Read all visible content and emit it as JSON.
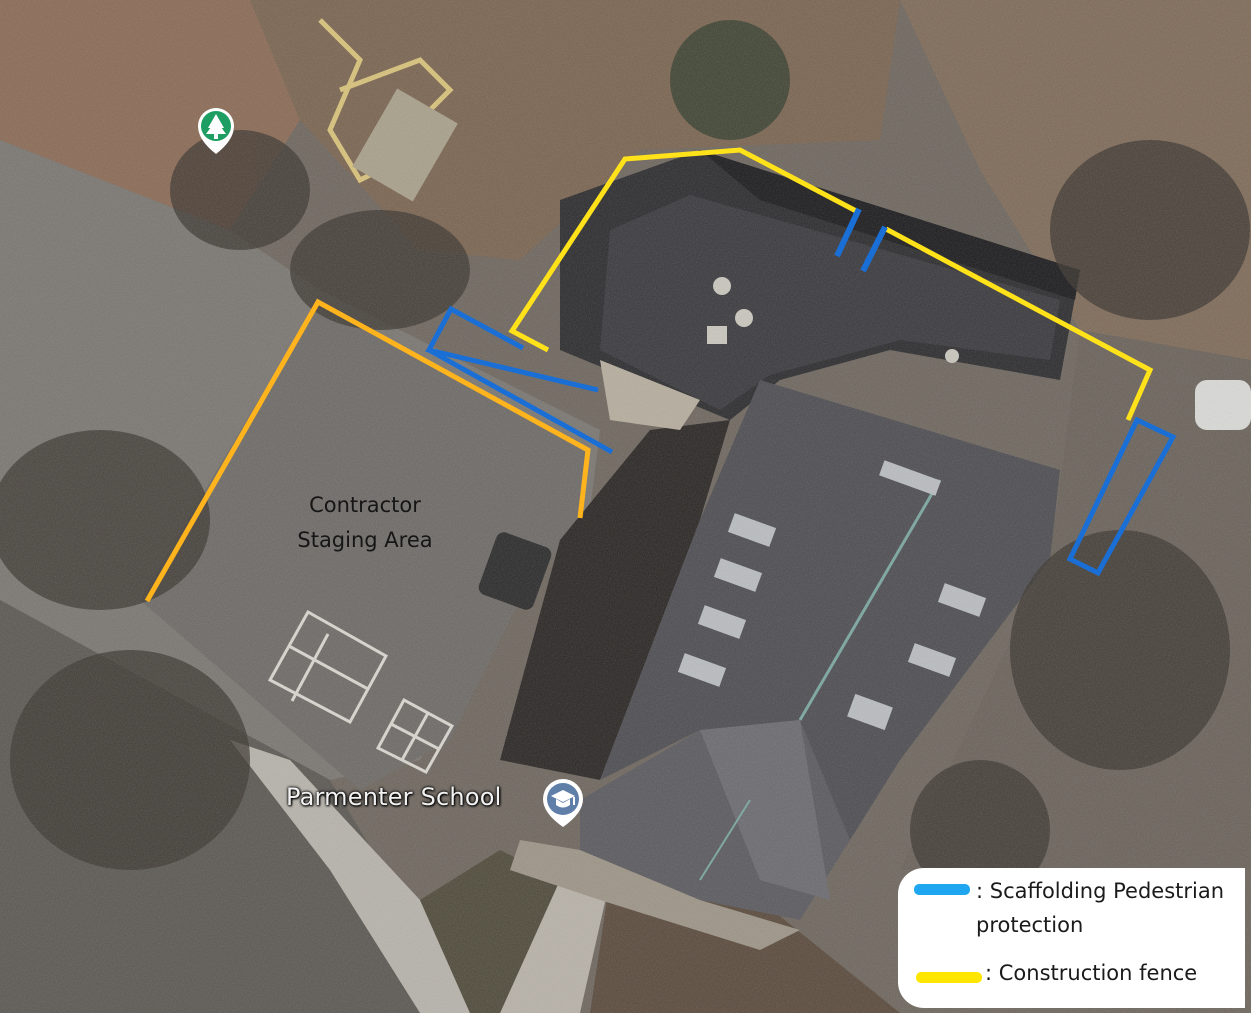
{
  "map": {
    "staging_label_line1": "Contractor",
    "staging_label_line2": "Staging Area",
    "place_label": "Parmenter School",
    "park_icon": "tree-pin-icon",
    "school_icon": "graduation-cap-pin-icon"
  },
  "legend": {
    "scaffolding_text": ": Scaffolding Pedestrian protection",
    "fence_text": ": Construction fence"
  },
  "colors": {
    "scaffolding": "#1a6fd6",
    "construction_fence_yellow": "#ffe600",
    "staging_fence_orange": "#ffb41e",
    "park_pin": "#1e9e63",
    "school_pin": "#5f7fa8"
  }
}
